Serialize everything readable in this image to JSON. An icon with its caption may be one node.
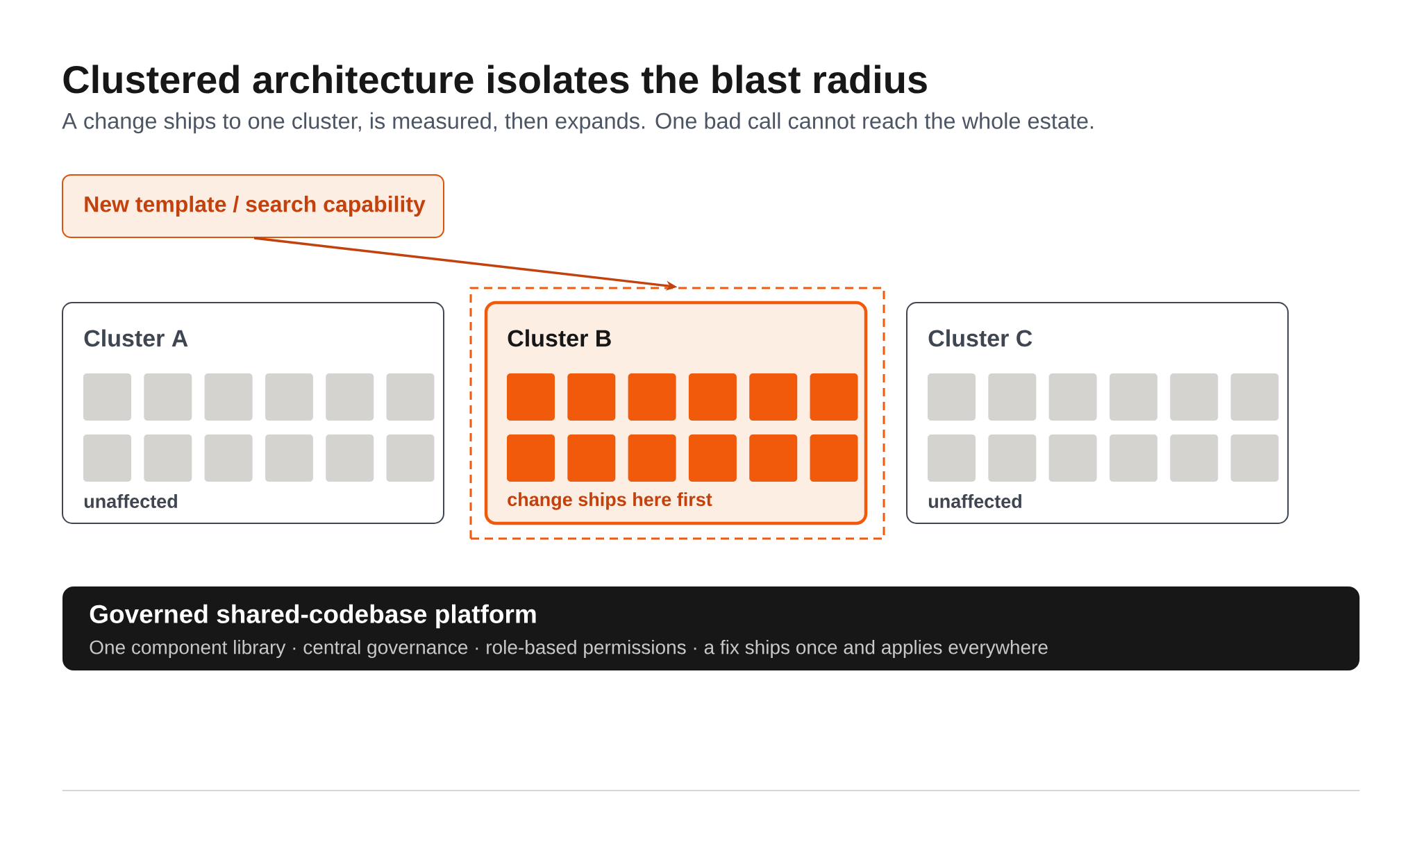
{
  "diagram": {
    "title": "Clustered architecture isolates the blast radius",
    "caption": "A change ships to one cluster, is measured, then expands. One bad call cannot reach the whole estate.",
    "nodes": [
      {
        "text": [
          "New template / search capability"
        ]
      },
      {
        "text": [],
        "shape": "box"
      },
      {
        "text": [
          "Cluster A",
          "unaffected"
        ]
      },
      {
        "text": [
          "Cluster B",
          "change ships here first"
        ],
        "in": 1
      },
      {
        "text": [
          "Cluster C",
          "unaffected"
        ]
      },
      {
        "text": [
          "Governed shared-codebase platform",
          "One component library · central governance · role-based permissions · a fix ships once and applies everywhere"
        ]
      }
    ],
    "edges": [
      {
        "from": 0,
        "to": 1,
        "arrow": "to"
      }
    ]
  }
}
